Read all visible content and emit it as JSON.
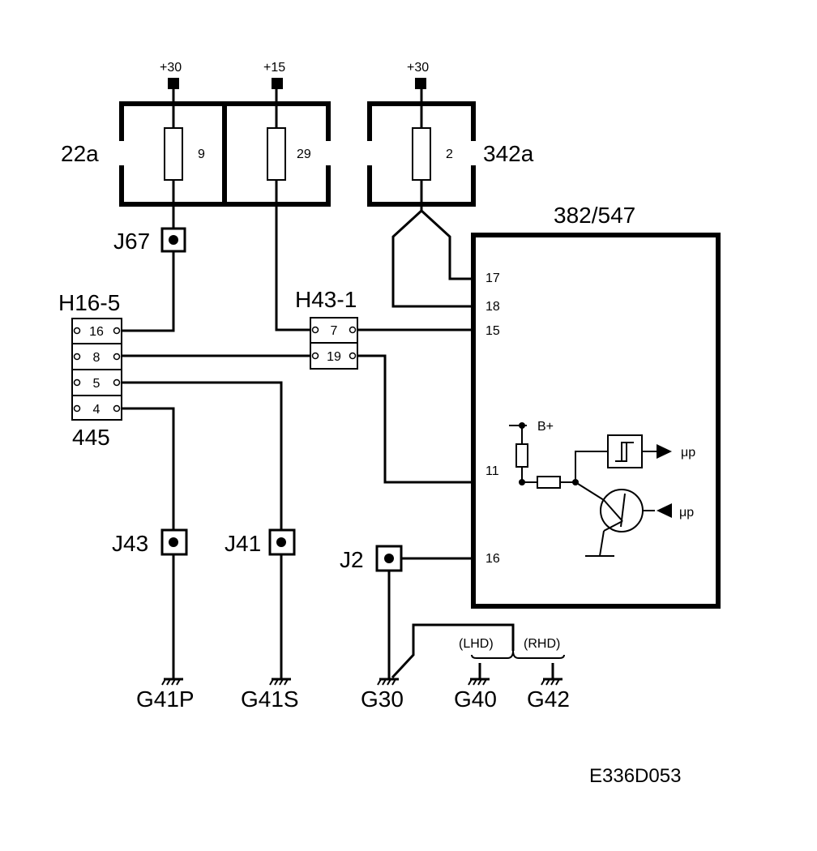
{
  "supplies": {
    "s1": "+30",
    "s2": "+15",
    "s3": "+30"
  },
  "fuse_boxes": {
    "left_label": "22a",
    "right_label": "342a",
    "fuse1": "9",
    "fuse2": "29",
    "fuse3": "2"
  },
  "control_unit": {
    "label": "382/547",
    "pins": {
      "p17": "17",
      "p18": "18",
      "p15": "15",
      "p11": "11",
      "p16": "16"
    },
    "bplus": "B+",
    "up_out": "μp",
    "up_in": "μp"
  },
  "connectors": {
    "h16_label": "H16-5",
    "h16_sub": "445",
    "h16_pins": [
      "16",
      "8",
      "5",
      "4"
    ],
    "h43_label": "H43-1",
    "h43_pins": [
      "7",
      "19"
    ]
  },
  "junctions": {
    "j67": "J67",
    "j43": "J43",
    "j41": "J41",
    "j2": "J2"
  },
  "grounds": {
    "g41p": "G41P",
    "g41s": "G41S",
    "g30": "G30",
    "g40": "G40",
    "g42": "G42",
    "lhd": "(LHD)",
    "rhd": "(RHD)"
  },
  "figure_code": "E336D053"
}
